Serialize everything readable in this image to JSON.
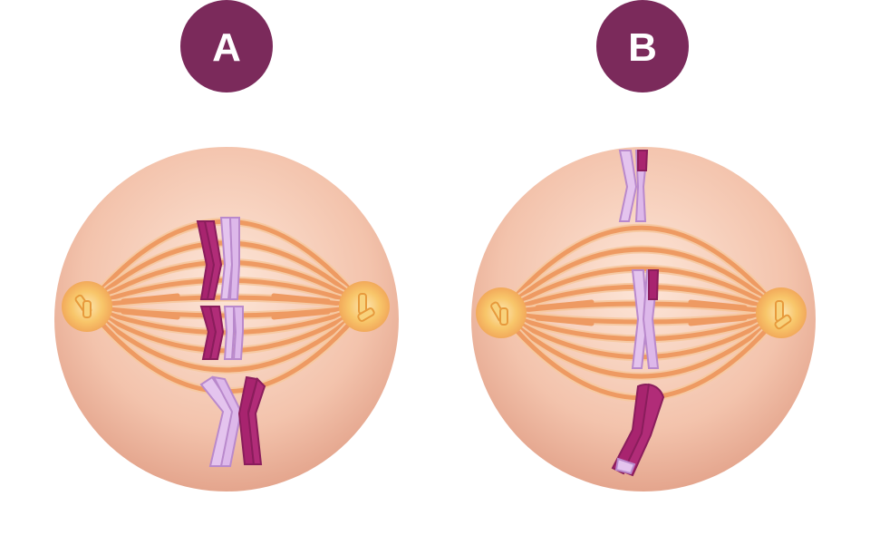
{
  "colors": {
    "badge": "#7b2a5b",
    "badge_text": "#ffffff",
    "cell_center": "#fbe0d0",
    "cell_edge": "#e3a088",
    "spindle": "#ee9a62",
    "spindle_outline": "#f6c9a2",
    "centrosome": "#f6b654",
    "chromatid_dark": "#a8246f",
    "chromatid_light": "#e4c4ee",
    "chromatid_outline": "#8a1d5c"
  },
  "cells": [
    {
      "id": "A",
      "label": "A",
      "arrangement": "homologous-pairs-at-equator"
    },
    {
      "id": "B",
      "label": "B",
      "arrangement": "single-chromosomes-at-equator"
    }
  ]
}
